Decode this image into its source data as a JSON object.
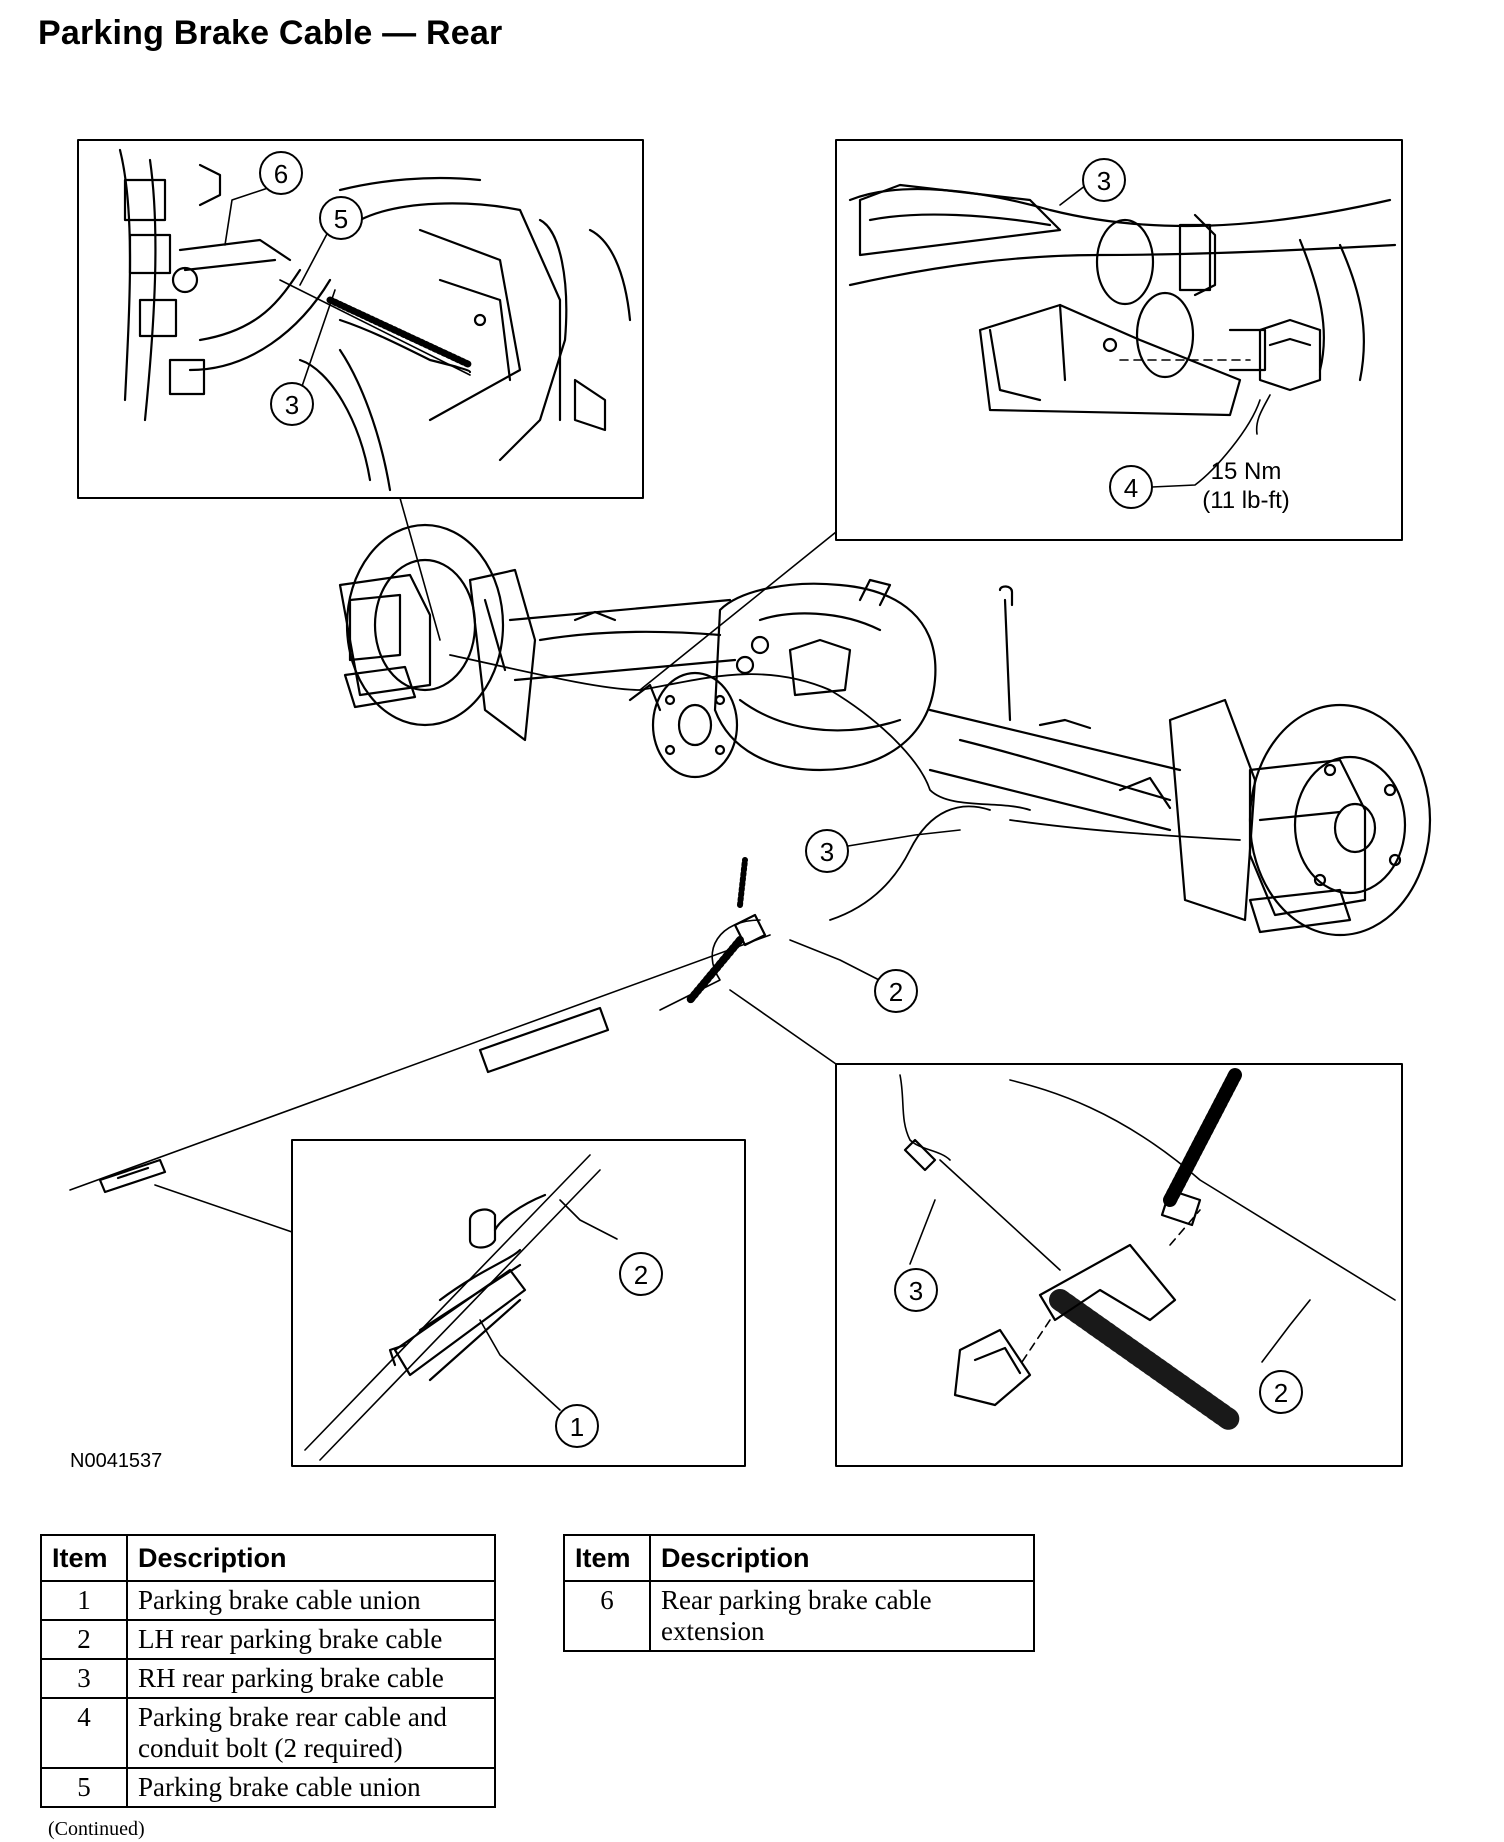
{
  "page": {
    "title": "Parking Brake Cable — Rear",
    "figure_id": "N0041537",
    "continued": "(Continued)"
  },
  "callouts": {
    "upper_left_detail": [
      "6",
      "5",
      "3"
    ],
    "upper_right_detail": [
      "3",
      "4"
    ],
    "main_view": [
      "3",
      "2"
    ],
    "lower_left_detail": [
      "2",
      "1"
    ],
    "lower_right_detail": [
      "3",
      "2"
    ]
  },
  "torque_spec": {
    "line1": "15 Nm",
    "line2": "(11 lb-ft)"
  },
  "legend": {
    "header_item": "Item",
    "header_description": "Description",
    "left_rows": [
      {
        "item": "1",
        "lines": [
          "Parking brake cable union"
        ]
      },
      {
        "item": "2",
        "lines": [
          "LH rear parking brake cable"
        ]
      },
      {
        "item": "3",
        "lines": [
          "RH rear parking brake cable"
        ]
      },
      {
        "item": "4",
        "lines": [
          "Parking brake rear cable and",
          "conduit bolt (2 required)"
        ]
      },
      {
        "item": "5",
        "lines": [
          "Parking brake cable union"
        ]
      }
    ],
    "right_rows": [
      {
        "item": "6",
        "lines": [
          "Rear parking brake cable",
          "extension"
        ]
      }
    ]
  }
}
